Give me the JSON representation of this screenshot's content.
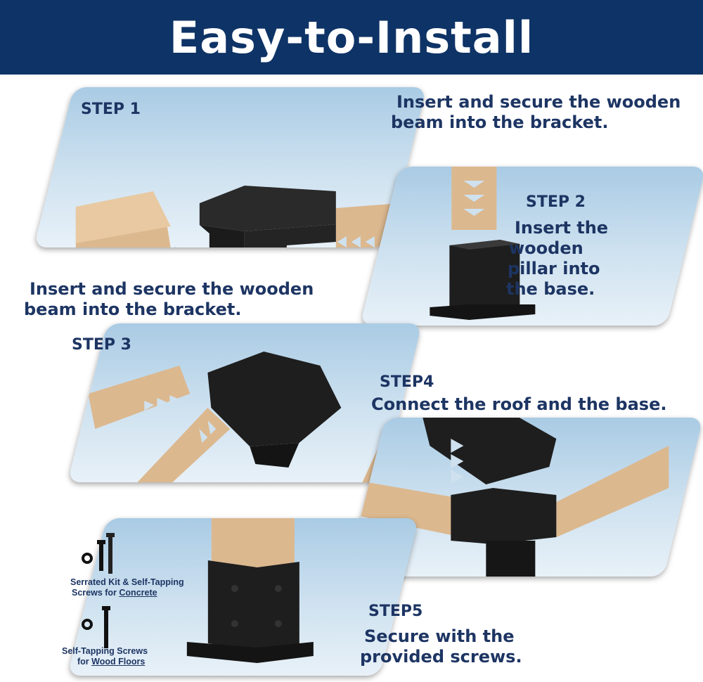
{
  "header": {
    "title": "Easy-to-Install"
  },
  "steps": [
    {
      "label": "STEP 1",
      "text_lines": [
        "Insert and secure the wooden",
        "beam into the bracket."
      ]
    },
    {
      "label": "STEP 2",
      "text_lines": [
        "Insert the",
        "wooden",
        "pillar into",
        "the base."
      ]
    },
    {
      "label": "STEP 3",
      "text_lines": [
        "Insert and secure the wooden",
        "beam into the bracket."
      ]
    },
    {
      "label": "STEP4",
      "text_lines": [
        "Connect the roof and the base."
      ]
    },
    {
      "label": "STEP5",
      "text_lines": [
        "Secure with the",
        "provided screws."
      ]
    }
  ],
  "hardware": {
    "concrete_line1": "Serrated Kit & Self-Tapping",
    "concrete_line2_prefix": "Screws for ",
    "concrete_line2_link": "Concrete",
    "wood_line1": "Self-Tapping Screws",
    "wood_line2_prefix": "for ",
    "wood_line2_link": "Wood Floors"
  },
  "colors": {
    "banner": "#0e3366",
    "text": "#1d3563",
    "wood": "#dcb88f",
    "bracket": "#1b1b1b"
  }
}
